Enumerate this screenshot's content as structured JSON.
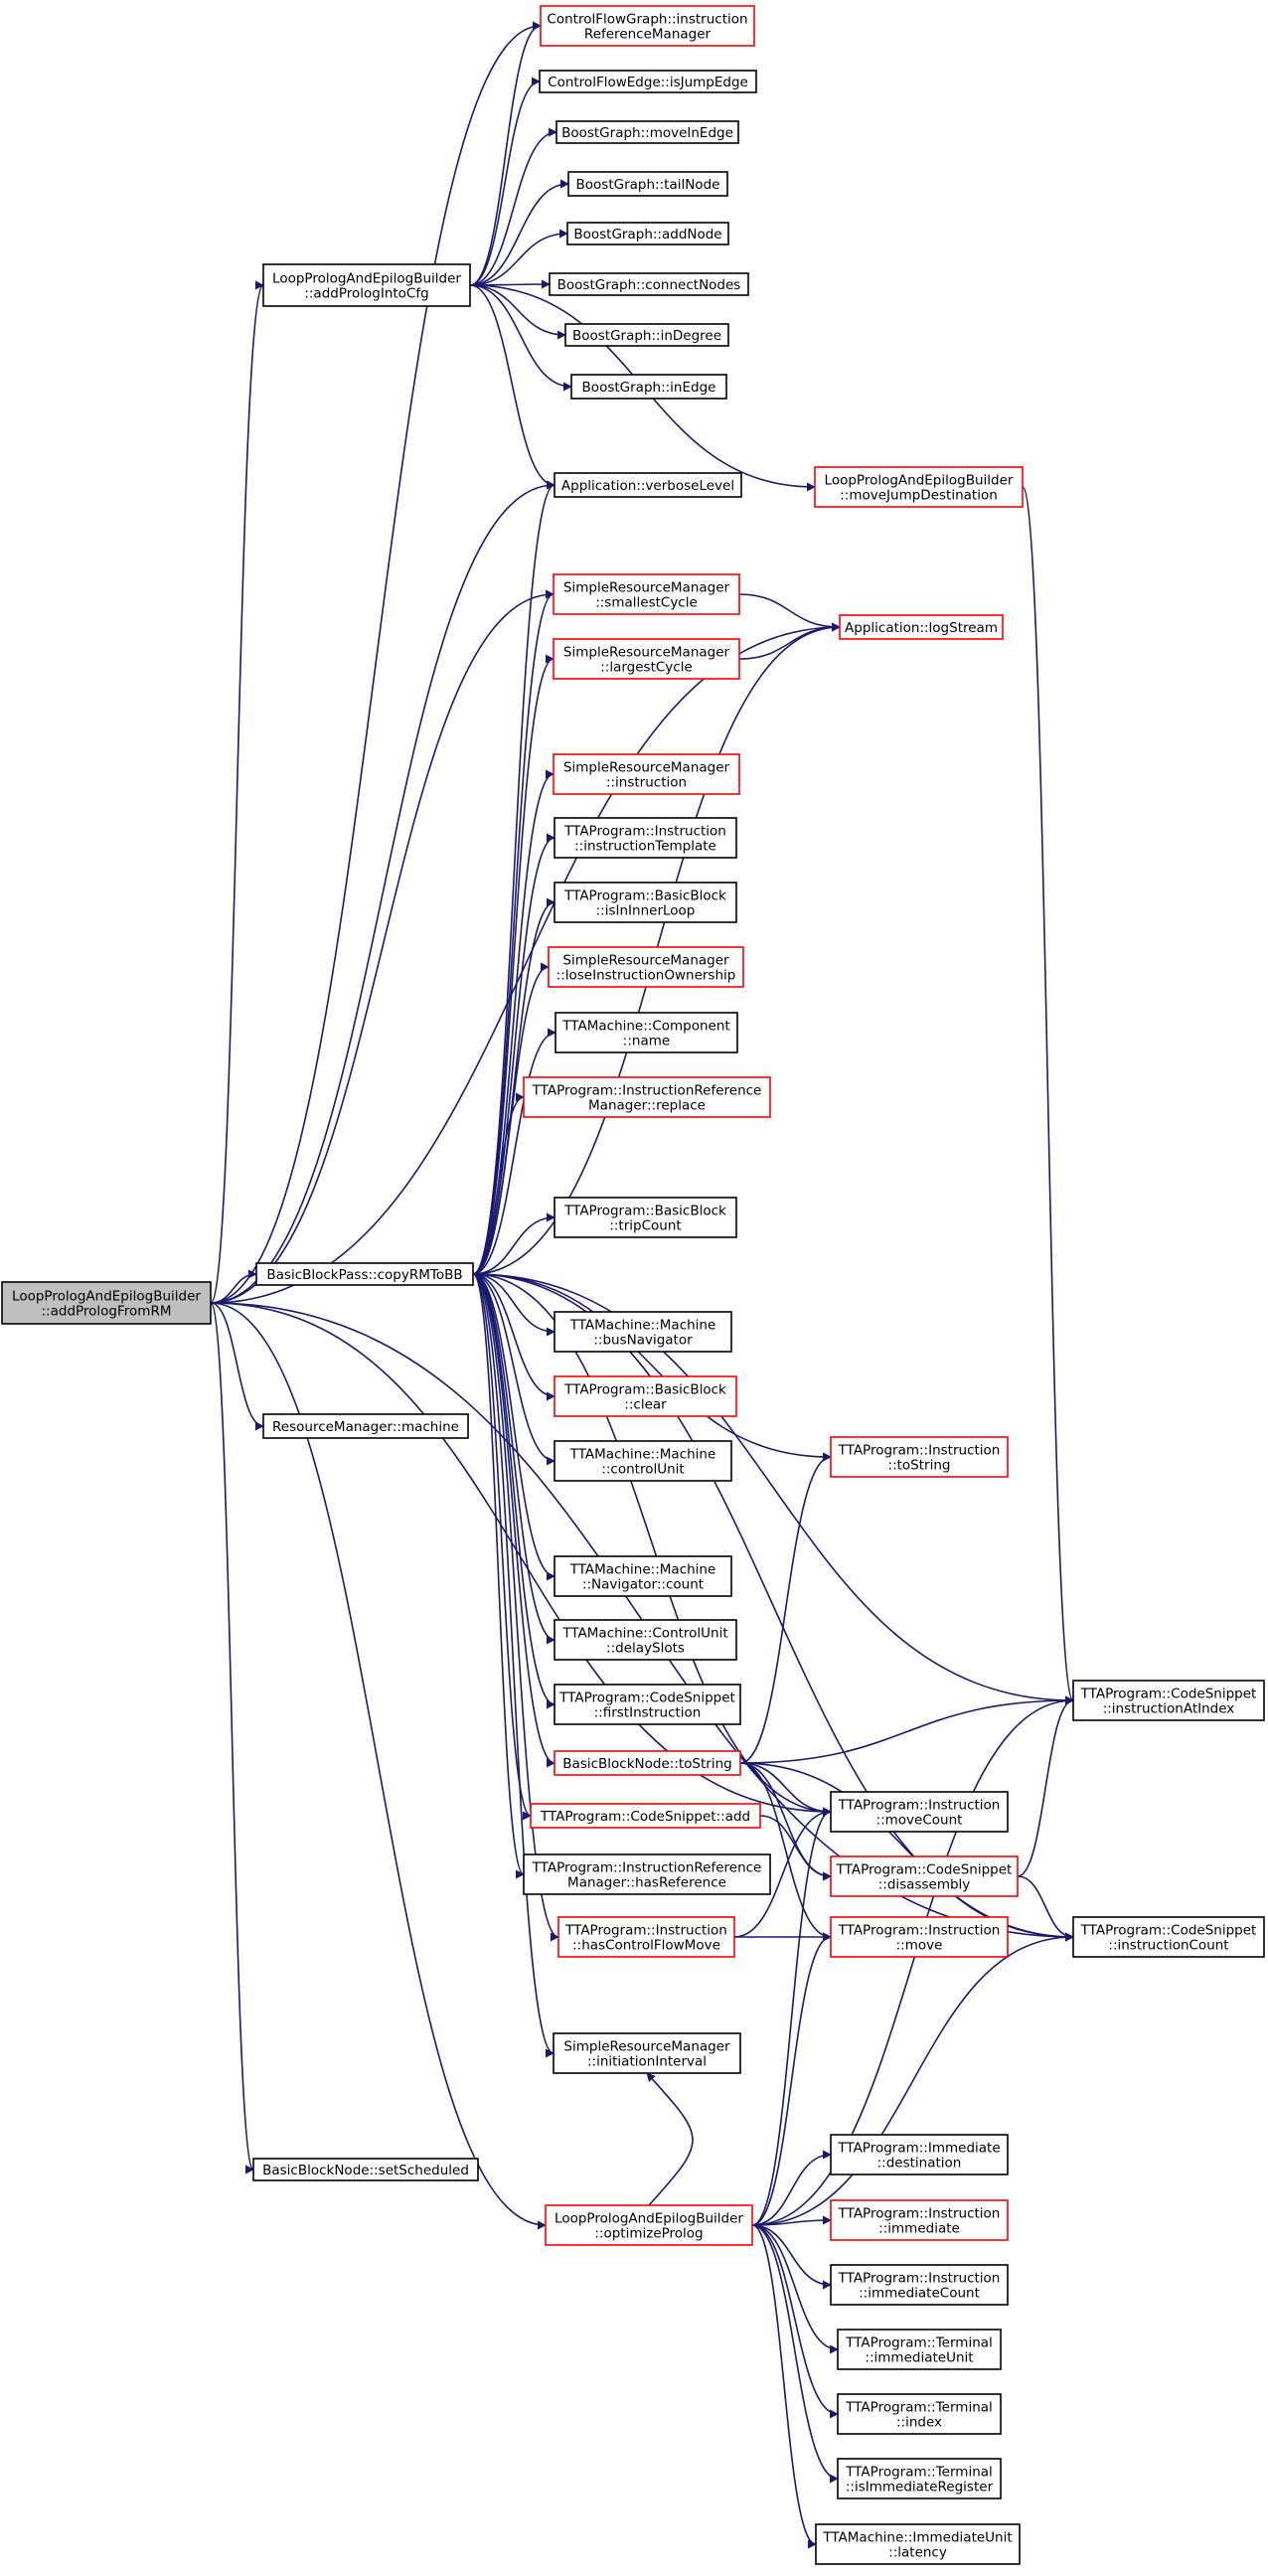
{
  "graph": {
    "colors": {
      "edge": "#191970",
      "black_border": "#000000",
      "red_border": "#ff0000",
      "root_fill": "#bfbfbf",
      "node_fill": "#ffffff"
    },
    "nodes": [
      {
        "id": "root",
        "lines": [
          "LoopPrologAndEpilogBuilder",
          "::addPrologFromRM"
        ],
        "style": "root"
      },
      {
        "id": "addPrologIntoCfg",
        "lines": [
          "LoopPrologAndEpilogBuilder",
          "::addPrologIntoCfg"
        ],
        "style": "black"
      },
      {
        "id": "copyRMToBB",
        "lines": [
          "BasicBlockPass::copyRMToBB"
        ],
        "style": "black"
      },
      {
        "id": "rmMachine",
        "lines": [
          "ResourceManager::machine"
        ],
        "style": "black"
      },
      {
        "id": "setScheduled",
        "lines": [
          "BasicBlockNode::setScheduled"
        ],
        "style": "black"
      },
      {
        "id": "optimizeProlog",
        "lines": [
          "LoopPrologAndEpilogBuilder",
          "::optimizeProlog"
        ],
        "style": "red"
      },
      {
        "id": "cfgIRM",
        "lines": [
          "ControlFlowGraph::instruction",
          "ReferenceManager"
        ],
        "style": "red"
      },
      {
        "id": "isJumpEdge",
        "lines": [
          "ControlFlowEdge::isJumpEdge"
        ],
        "style": "black"
      },
      {
        "id": "moveInEdge",
        "lines": [
          "BoostGraph::moveInEdge"
        ],
        "style": "black"
      },
      {
        "id": "tailNode",
        "lines": [
          "BoostGraph::tailNode"
        ],
        "style": "black"
      },
      {
        "id": "addNode",
        "lines": [
          "BoostGraph::addNode"
        ],
        "style": "black"
      },
      {
        "id": "connectNodes",
        "lines": [
          "BoostGraph::connectNodes"
        ],
        "style": "black"
      },
      {
        "id": "inDegree",
        "lines": [
          "BoostGraph::inDegree"
        ],
        "style": "black"
      },
      {
        "id": "inEdge",
        "lines": [
          "BoostGraph::inEdge"
        ],
        "style": "black"
      },
      {
        "id": "verboseLevel",
        "lines": [
          "Application::verboseLevel"
        ],
        "style": "black"
      },
      {
        "id": "moveJumpDest",
        "lines": [
          "LoopPrologAndEpilogBuilder",
          "::moveJumpDestination"
        ],
        "style": "red"
      },
      {
        "id": "smallestCycle",
        "lines": [
          "SimpleResourceManager",
          "::smallestCycle"
        ],
        "style": "red"
      },
      {
        "id": "logStream",
        "lines": [
          "Application::logStream"
        ],
        "style": "red"
      },
      {
        "id": "largestCycle",
        "lines": [
          "SimpleResourceManager",
          "::largestCycle"
        ],
        "style": "red"
      },
      {
        "id": "srmInstruction",
        "lines": [
          "SimpleResourceManager",
          "::instruction"
        ],
        "style": "red"
      },
      {
        "id": "instrTemplate",
        "lines": [
          "TTAProgram::Instruction",
          "::instructionTemplate"
        ],
        "style": "black"
      },
      {
        "id": "isInInnerLoop",
        "lines": [
          "TTAProgram::BasicBlock",
          "::isInInnerLoop"
        ],
        "style": "black"
      },
      {
        "id": "loseOwnership",
        "lines": [
          "SimpleResourceManager",
          "::loseInstructionOwnership"
        ],
        "style": "red"
      },
      {
        "id": "componentName",
        "lines": [
          "TTAMachine::Component",
          "::name"
        ],
        "style": "black"
      },
      {
        "id": "irmReplace",
        "lines": [
          "TTAProgram::InstructionReference",
          "Manager::replace"
        ],
        "style": "red"
      },
      {
        "id": "tripCount",
        "lines": [
          "TTAProgram::BasicBlock",
          "::tripCount"
        ],
        "style": "black"
      },
      {
        "id": "busNavigator",
        "lines": [
          "TTAMachine::Machine",
          "::busNavigator"
        ],
        "style": "black"
      },
      {
        "id": "bbClear",
        "lines": [
          "TTAProgram::BasicBlock",
          "::clear"
        ],
        "style": "red"
      },
      {
        "id": "controlUnit",
        "lines": [
          "TTAMachine::Machine",
          "::controlUnit"
        ],
        "style": "black"
      },
      {
        "id": "instrToString",
        "lines": [
          "TTAProgram::Instruction",
          "::toString"
        ],
        "style": "red"
      },
      {
        "id": "navCount",
        "lines": [
          "TTAMachine::Machine",
          "::Navigator::count"
        ],
        "style": "black"
      },
      {
        "id": "delaySlots",
        "lines": [
          "TTAMachine::ControlUnit",
          "::delaySlots"
        ],
        "style": "black"
      },
      {
        "id": "firstInstruction",
        "lines": [
          "TTAProgram::CodeSnippet",
          "::firstInstruction"
        ],
        "style": "black"
      },
      {
        "id": "instrAtIndex",
        "lines": [
          "TTAProgram::CodeSnippet",
          "::instructionAtIndex"
        ],
        "style": "black"
      },
      {
        "id": "bbnToString",
        "lines": [
          "BasicBlockNode::toString"
        ],
        "style": "red"
      },
      {
        "id": "moveCount",
        "lines": [
          "TTAProgram::Instruction",
          "::moveCount"
        ],
        "style": "black"
      },
      {
        "id": "csAdd",
        "lines": [
          "TTAProgram::CodeSnippet::add"
        ],
        "style": "red"
      },
      {
        "id": "disassembly",
        "lines": [
          "TTAProgram::CodeSnippet",
          "::disassembly"
        ],
        "style": "red"
      },
      {
        "id": "hasReference",
        "lines": [
          "TTAProgram::InstructionReference",
          "Manager::hasReference"
        ],
        "style": "black"
      },
      {
        "id": "instrCount",
        "lines": [
          "TTAProgram::CodeSnippet",
          "::instructionCount"
        ],
        "style": "black"
      },
      {
        "id": "hasCFMove",
        "lines": [
          "TTAProgram::Instruction",
          "::hasControlFlowMove"
        ],
        "style": "red"
      },
      {
        "id": "instrMove",
        "lines": [
          "TTAProgram::Instruction",
          "::move"
        ],
        "style": "red"
      },
      {
        "id": "initInterval",
        "lines": [
          "SimpleResourceManager",
          "::initiationInterval"
        ],
        "style": "black"
      },
      {
        "id": "immDestination",
        "lines": [
          "TTAProgram::Immediate",
          "::destination"
        ],
        "style": "black"
      },
      {
        "id": "instrImmediate",
        "lines": [
          "TTAProgram::Instruction",
          "::immediate"
        ],
        "style": "red"
      },
      {
        "id": "immCount",
        "lines": [
          "TTAProgram::Instruction",
          "::immediateCount"
        ],
        "style": "black"
      },
      {
        "id": "immUnit",
        "lines": [
          "TTAProgram::Terminal",
          "::immediateUnit"
        ],
        "style": "black"
      },
      {
        "id": "termIndex",
        "lines": [
          "TTAProgram::Terminal",
          "::index"
        ],
        "style": "black"
      },
      {
        "id": "isImmReg",
        "lines": [
          "TTAProgram::Terminal",
          "::isImmediateRegister"
        ],
        "style": "black"
      },
      {
        "id": "iuLatency",
        "lines": [
          "TTAMachine::ImmediateUnit",
          "::latency"
        ],
        "style": "black"
      }
    ],
    "edges": [
      [
        "root",
        "addPrologIntoCfg"
      ],
      [
        "root",
        "copyRMToBB"
      ],
      [
        "root",
        "rmMachine"
      ],
      [
        "root",
        "setScheduled"
      ],
      [
        "root",
        "optimizeProlog"
      ],
      [
        "root",
        "cfgIRM"
      ],
      [
        "root",
        "verboseLevel"
      ],
      [
        "root",
        "logStream"
      ],
      [
        "root",
        "smallestCycle"
      ],
      [
        "root",
        "moveCount"
      ],
      [
        "root",
        "instrCount"
      ],
      [
        "addPrologIntoCfg",
        "cfgIRM"
      ],
      [
        "addPrologIntoCfg",
        "isJumpEdge"
      ],
      [
        "addPrologIntoCfg",
        "moveInEdge"
      ],
      [
        "addPrologIntoCfg",
        "tailNode"
      ],
      [
        "addPrologIntoCfg",
        "addNode"
      ],
      [
        "addPrologIntoCfg",
        "connectNodes"
      ],
      [
        "addPrologIntoCfg",
        "inDegree"
      ],
      [
        "addPrologIntoCfg",
        "inEdge"
      ],
      [
        "addPrologIntoCfg",
        "verboseLevel"
      ],
      [
        "addPrologIntoCfg",
        "moveJumpDest"
      ],
      [
        "moveJumpDest",
        "instrAtIndex"
      ],
      [
        "smallestCycle",
        "logStream"
      ],
      [
        "largestCycle",
        "logStream"
      ],
      [
        "copyRMToBB",
        "verboseLevel"
      ],
      [
        "copyRMToBB",
        "smallestCycle"
      ],
      [
        "copyRMToBB",
        "largestCycle"
      ],
      [
        "copyRMToBB",
        "logStream"
      ],
      [
        "copyRMToBB",
        "srmInstruction"
      ],
      [
        "copyRMToBB",
        "instrTemplate"
      ],
      [
        "copyRMToBB",
        "isInInnerLoop"
      ],
      [
        "copyRMToBB",
        "loseOwnership"
      ],
      [
        "copyRMToBB",
        "componentName"
      ],
      [
        "copyRMToBB",
        "irmReplace"
      ],
      [
        "copyRMToBB",
        "tripCount"
      ],
      [
        "copyRMToBB",
        "instrAtIndex"
      ],
      [
        "copyRMToBB",
        "instrToString"
      ],
      [
        "copyRMToBB",
        "busNavigator"
      ],
      [
        "copyRMToBB",
        "bbClear"
      ],
      [
        "copyRMToBB",
        "controlUnit"
      ],
      [
        "copyRMToBB",
        "navCount"
      ],
      [
        "copyRMToBB",
        "delaySlots"
      ],
      [
        "copyRMToBB",
        "firstInstruction"
      ],
      [
        "copyRMToBB",
        "bbnToString"
      ],
      [
        "copyRMToBB",
        "csAdd"
      ],
      [
        "copyRMToBB",
        "hasReference"
      ],
      [
        "copyRMToBB",
        "hasCFMove"
      ],
      [
        "copyRMToBB",
        "initInterval"
      ],
      [
        "copyRMToBB",
        "moveCount"
      ],
      [
        "copyRMToBB",
        "instrCount"
      ],
      [
        "bbnToString",
        "instrToString"
      ],
      [
        "bbnToString",
        "instrAtIndex"
      ],
      [
        "bbnToString",
        "moveCount"
      ],
      [
        "bbnToString",
        "instrCount"
      ],
      [
        "bbnToString",
        "disassembly"
      ],
      [
        "bbnToString",
        "instrMove"
      ],
      [
        "csAdd",
        "disassembly"
      ],
      [
        "disassembly",
        "instrAtIndex"
      ],
      [
        "disassembly",
        "instrCount"
      ],
      [
        "hasCFMove",
        "instrMove"
      ],
      [
        "hasCFMove",
        "moveCount"
      ],
      [
        "optimizeProlog",
        "initInterval"
      ],
      [
        "optimizeProlog",
        "moveCount"
      ],
      [
        "optimizeProlog",
        "instrMove"
      ],
      [
        "optimizeProlog",
        "instrCount"
      ],
      [
        "optimizeProlog",
        "instrAtIndex"
      ],
      [
        "optimizeProlog",
        "immDestination"
      ],
      [
        "optimizeProlog",
        "instrImmediate"
      ],
      [
        "optimizeProlog",
        "immCount"
      ],
      [
        "optimizeProlog",
        "immUnit"
      ],
      [
        "optimizeProlog",
        "termIndex"
      ],
      [
        "optimizeProlog",
        "isImmReg"
      ],
      [
        "optimizeProlog",
        "iuLatency"
      ]
    ]
  }
}
